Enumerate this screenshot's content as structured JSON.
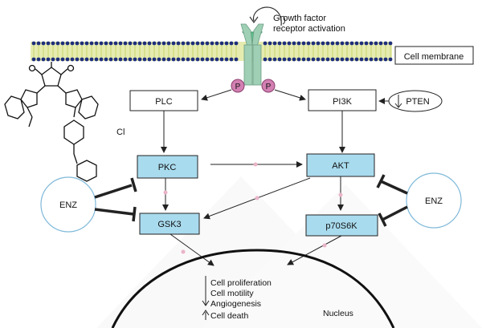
{
  "diagram": {
    "growth_factor_label_1": "Growth factor",
    "growth_factor_label_2": "receptor activation",
    "cell_membrane_label": "Cell membrane",
    "phospho_left": "P",
    "phospho_right": "P",
    "nodes": {
      "plc": "PLC",
      "pi3k": "PI3K",
      "pten": "PTEN",
      "pkc": "PKC",
      "akt": "AKT",
      "gsk3": "GSK3",
      "p70s6k": "p70S6K",
      "enz_left": "ENZ",
      "enz_right": "ENZ"
    },
    "molecule_chloride": "Cl",
    "outcomes": [
      "Cell proliferation",
      "Cell motility",
      "Angiogenesis",
      "Cell death"
    ],
    "nucleus_label": "Nucleus",
    "colors": {
      "node_fill": "#a9dbee",
      "receptor_fill": "#9fcfb4",
      "ligand_fill": "#5bbf8a",
      "phospho_fill": "#d27fb2",
      "membrane_dots": "#1f2f7a",
      "membrane_band": "#d9e37a"
    }
  }
}
